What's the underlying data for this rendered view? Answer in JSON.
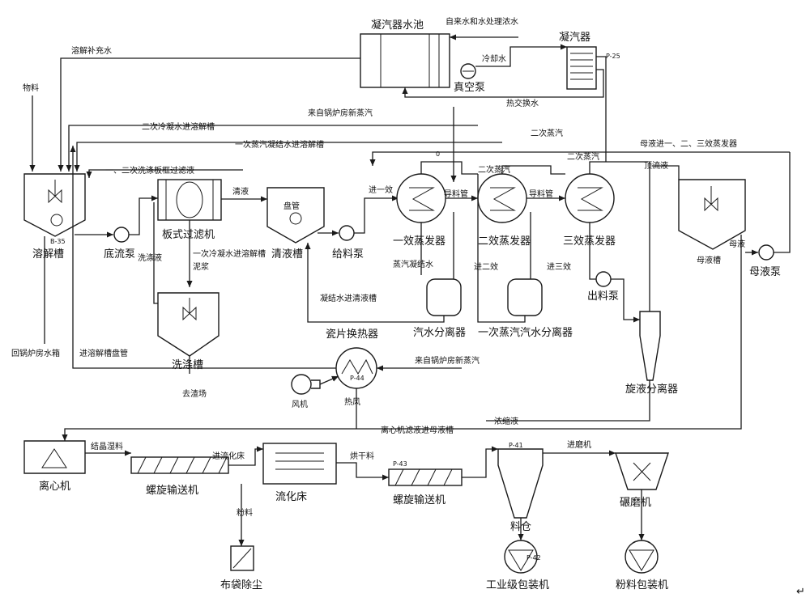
{
  "labels": {
    "cond_pool": "凝汽器水池",
    "tap_water": "自来水和水处理浓水",
    "condenser": "凝汽器",
    "cooling_water": "冷却水",
    "vacuum_pump": "真空泵",
    "heat_exchange_water": "热交换水",
    "small_p25": "P-25",
    "dissolve_makeup": "溶解补充水",
    "material": "物料",
    "boiler_steam_top": "来自锅炉房新蒸汽",
    "secondary_cond_to_tank": "二次冷凝水进溶解槽",
    "secondary_steam_1": "二次蒸汽",
    "primary_steam_cond_to_tank": "一次蒸汽凝结水进溶解槽",
    "mother_liquor_to_evap": "母液进一、二、三效蒸发器",
    "wash_liquor": "一、二次洗涤板框过滤液",
    "clear_liquid": "清液",
    "coil": "盘管",
    "first_effect_in": "进一效",
    "secondary_steam_2": "二次蒸汽",
    "secondary_steam_3": "二次蒸汽",
    "guide_pipe_1": "导料管",
    "guide_pipe_2": "导料管",
    "top_flow": "顶流液",
    "valve_zero": "0",
    "dissolve_tank": "溶解槽",
    "small_b35": "B-35",
    "bottom_pump": "底流泵",
    "plate_filter": "板式过滤机",
    "wash_liquid": "洗涤液",
    "primary_cond_to_tank": "一次冷凝水进溶解槽",
    "filter_cake": "泥浆",
    "clear_tank": "清液槽",
    "feed_pump": "给料泵",
    "evap1": "一效蒸发器",
    "evap2": "二效蒸发器",
    "evap3": "三效蒸发器",
    "steam_cond_water": "蒸汽凝结水",
    "second_effect_in": "进二效",
    "third_effect_in": "进三效",
    "mother_tank": "母液槽",
    "mother_liquor": "母液",
    "mother_pump": "母液泵",
    "discharge_pump": "出料泵",
    "cond_to_clear_tank": "凝结水进清液槽",
    "steam_water_sep": "汽水分离器",
    "primary_steam_water_sep": "一次蒸汽汽水分离器",
    "return_boiler_tank": "回锅炉房水箱",
    "to_tank_coil": "进溶解槽盘管",
    "ceramic_hx": "瓷片换热器",
    "boiler_steam_2": "来自锅炉房新蒸汽",
    "wash_tank": "洗涤槽",
    "to_residue": "去渣场",
    "fan": "风机",
    "hot_air": "热风",
    "small_p44": "P-44",
    "cyclone": "旋液分离器",
    "concentrate": "浓缩液",
    "centrifuge_filtrate": "离心机滤液进母液槽",
    "crystal_slurry": "结晶湿料",
    "to_fluid_bed": "进流化床",
    "dry_material": "烘干料",
    "into_mill": "进磨机",
    "powder": "粉料",
    "centrifuge": "离心机",
    "screw_conveyor_1": "螺旋输送机",
    "fluid_bed": "流化床",
    "screw_conveyor_2": "螺旋输送机",
    "silo": "料仓",
    "mill": "碾磨机",
    "bag_filter": "布袋除尘",
    "industrial_packer": "工业级包装机",
    "powder_packer": "粉料包装机",
    "small_p41": "P-41",
    "small_p42": "P-42",
    "small_p43": "P-43",
    "return_mark": "↵"
  }
}
